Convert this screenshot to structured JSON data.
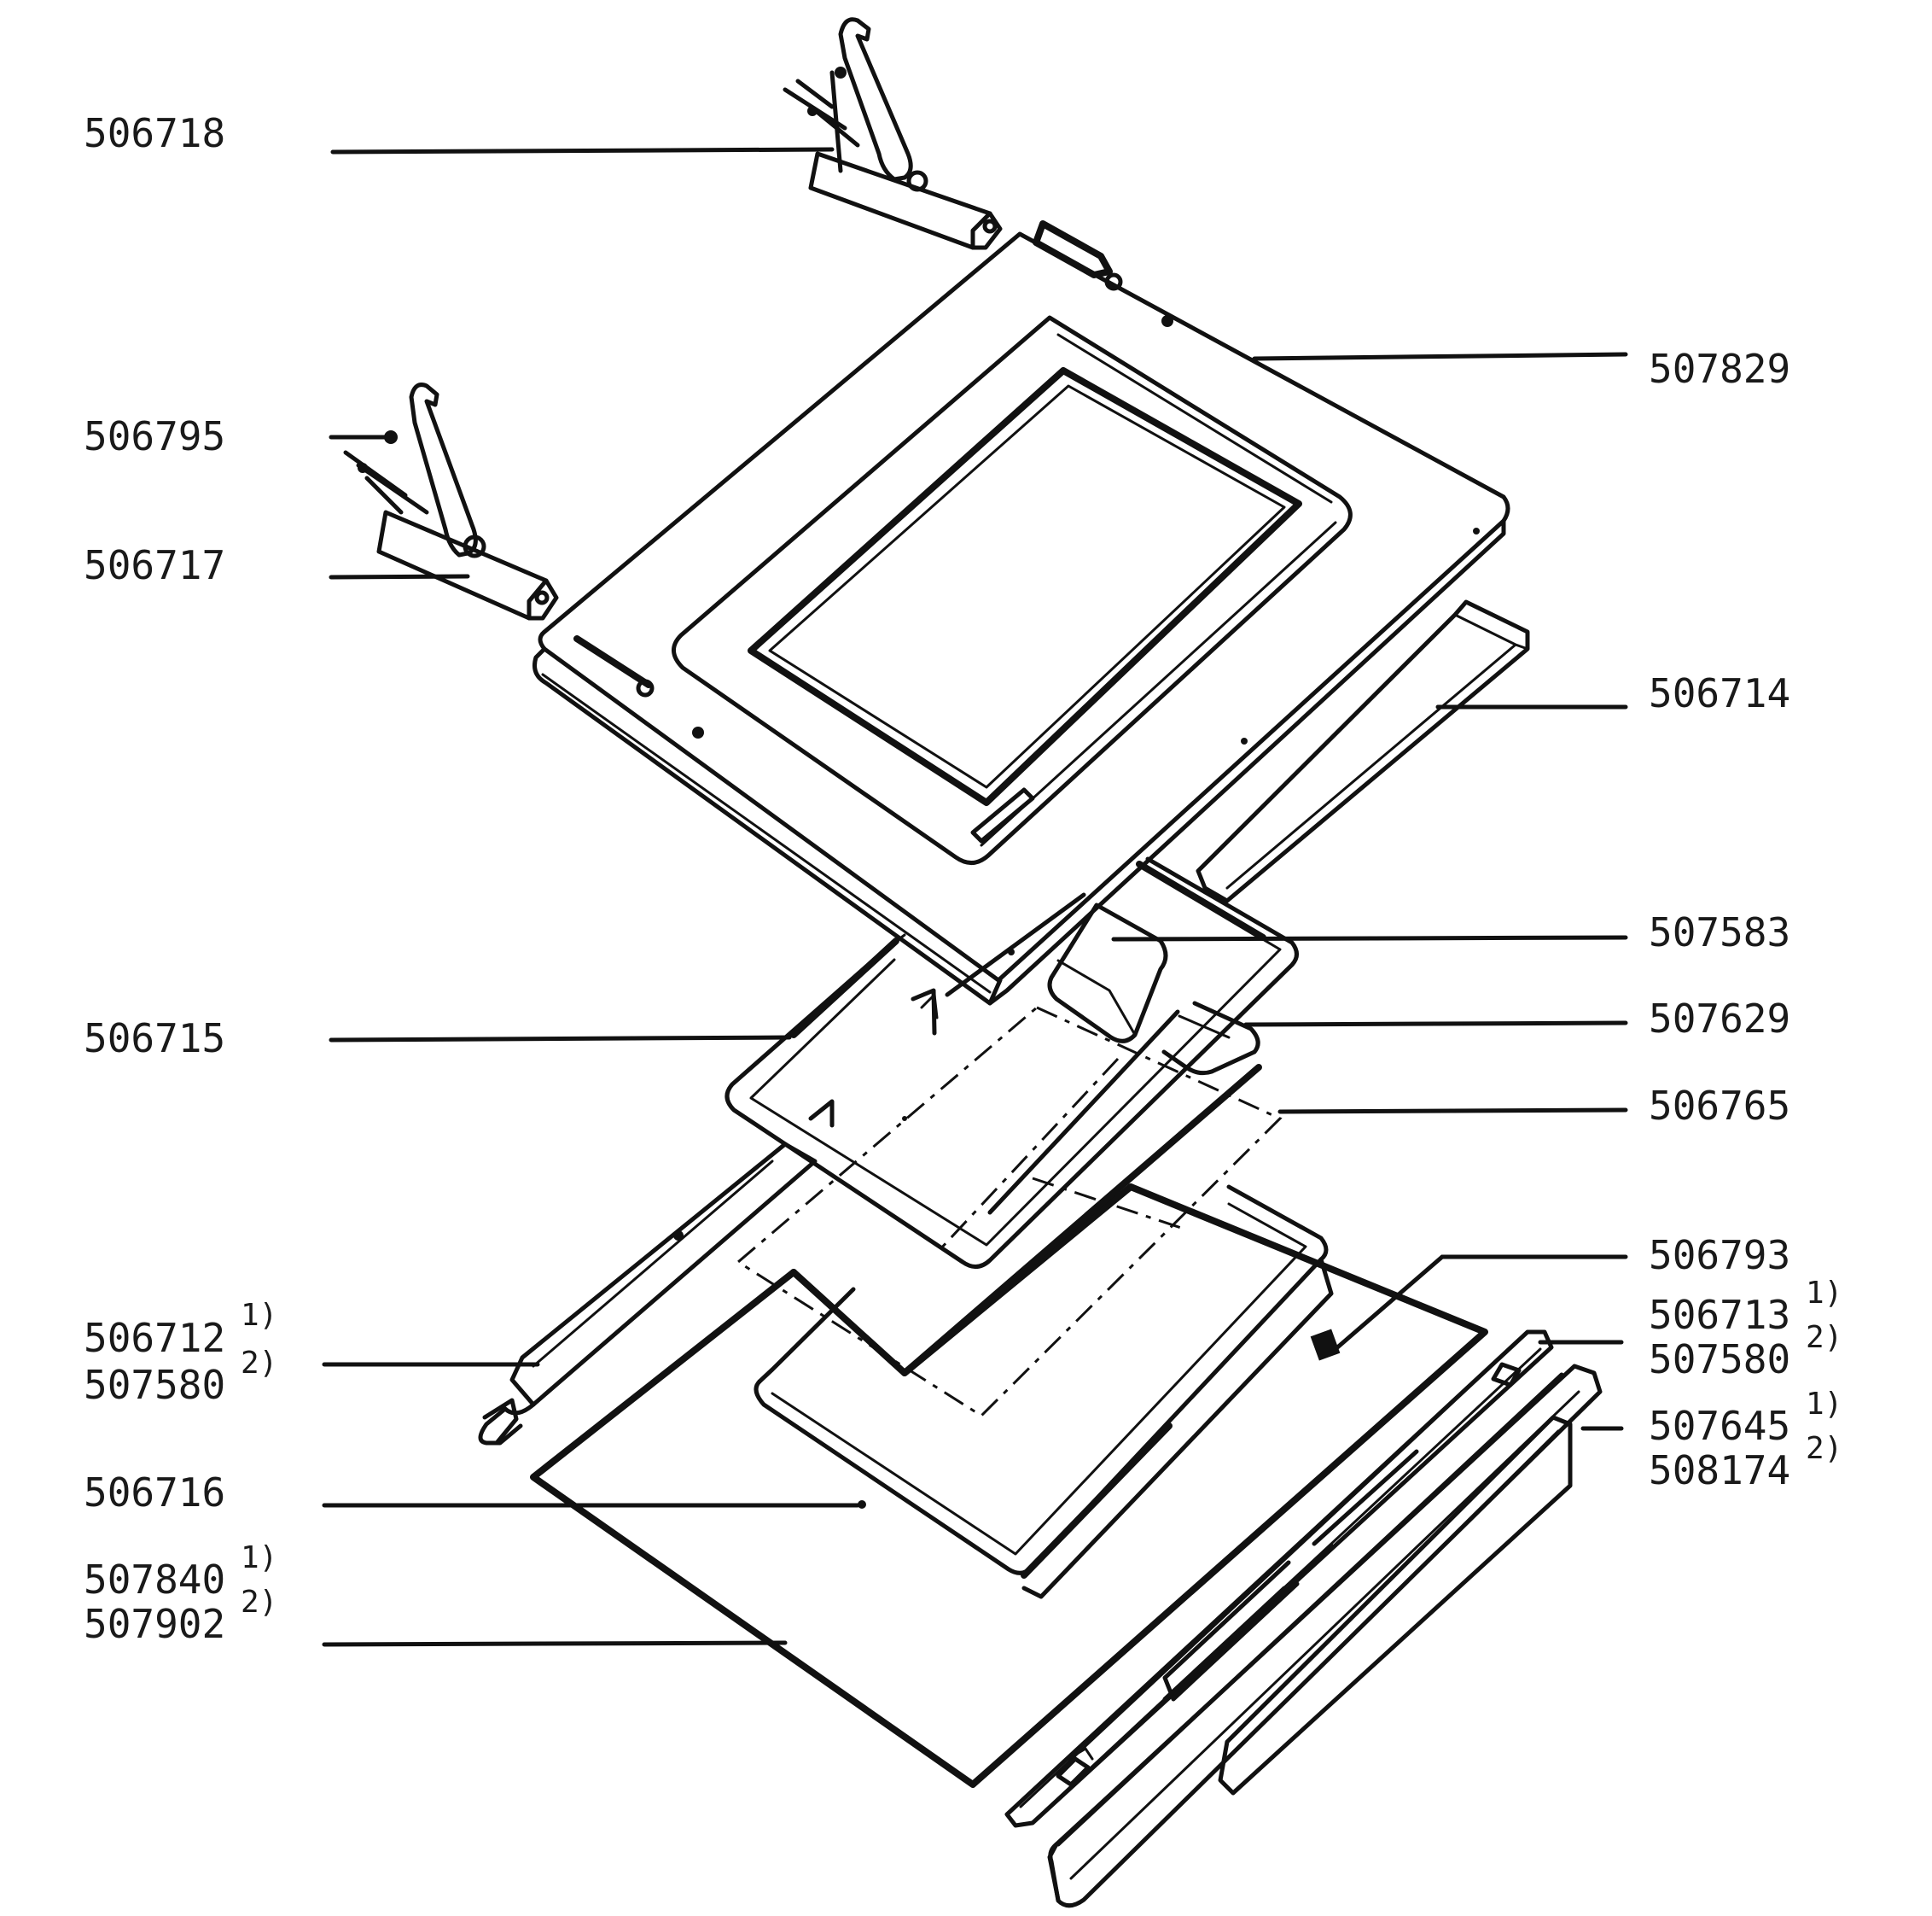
{
  "labels": [
    {
      "id": "506718",
      "text": "506718"
    },
    {
      "id": "506795",
      "text": "506795"
    },
    {
      "id": "506717",
      "text": "506717"
    },
    {
      "id": "506715",
      "text": "506715"
    },
    {
      "id": "506712",
      "text": "506712",
      "sup": "1)"
    },
    {
      "id": "507580a",
      "text": "507580",
      "sup": "2)"
    },
    {
      "id": "506716",
      "text": "506716"
    },
    {
      "id": "507840",
      "text": "507840",
      "sup": "1)"
    },
    {
      "id": "507902",
      "text": "507902",
      "sup": "2)"
    },
    {
      "id": "507829",
      "text": "507829"
    },
    {
      "id": "506714",
      "text": "506714"
    },
    {
      "id": "507583",
      "text": "507583"
    },
    {
      "id": "507629",
      "text": "507629"
    },
    {
      "id": "506765",
      "text": "506765"
    },
    {
      "id": "506793",
      "text": "506793"
    },
    {
      "id": "506713",
      "text": "506713",
      "sup": "1)"
    },
    {
      "id": "507580b",
      "text": "507580",
      "sup": "2)"
    },
    {
      "id": "507645",
      "text": "507645",
      "sup": "1)"
    },
    {
      "id": "508174",
      "text": "508174",
      "sup": "2)"
    }
  ]
}
